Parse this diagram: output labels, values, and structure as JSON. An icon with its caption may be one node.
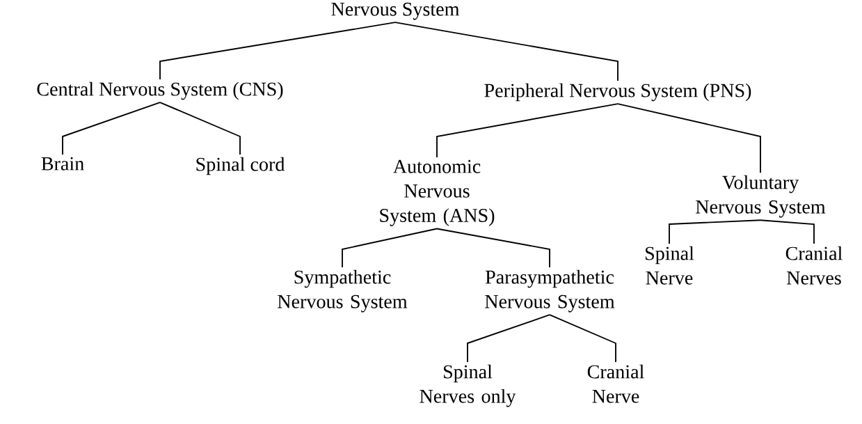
{
  "diagram": {
    "nodes": [
      {
        "text": [
          "Nervous System"
        ]
      },
      {
        "text": [
          "Central Nervous System (CNS)"
        ]
      },
      {
        "text": [
          "Peripheral Nervous System (PNS)"
        ]
      },
      {
        "text": [
          "Brain"
        ]
      },
      {
        "text": [
          "Spinal cord"
        ]
      },
      {
        "text": [
          "Autonomic Nervous System (ANS)"
        ]
      },
      {
        "text": [
          "Voluntary Nervous System"
        ]
      },
      {
        "text": [
          "Sympathetic Nervous System"
        ]
      },
      {
        "text": [
          "Parasympathetic Nervous System"
        ]
      },
      {
        "text": [
          "Spinal Nerve"
        ]
      },
      {
        "text": [
          "Cranial Nerves"
        ]
      },
      {
        "text": [
          "Spinal Nerves only"
        ]
      },
      {
        "text": [
          "Cranial Nerve"
        ]
      }
    ],
    "edges": [
      {
        "from": 0,
        "to": 1,
        "arrow": "none"
      },
      {
        "from": 0,
        "to": 2,
        "arrow": "none"
      },
      {
        "from": 1,
        "to": 3,
        "arrow": "none"
      },
      {
        "from": 1,
        "to": 4,
        "arrow": "none"
      },
      {
        "from": 2,
        "to": 5,
        "arrow": "none"
      },
      {
        "from": 2,
        "to": 6,
        "arrow": "none"
      },
      {
        "from": 5,
        "to": 7,
        "arrow": "none"
      },
      {
        "from": 5,
        "to": 8,
        "arrow": "none"
      },
      {
        "from": 6,
        "to": 9,
        "arrow": "none"
      },
      {
        "from": 6,
        "to": 10,
        "arrow": "none"
      },
      {
        "from": 8,
        "to": 11,
        "arrow": "none"
      },
      {
        "from": 8,
        "to": 12,
        "arrow": "none"
      }
    ]
  }
}
